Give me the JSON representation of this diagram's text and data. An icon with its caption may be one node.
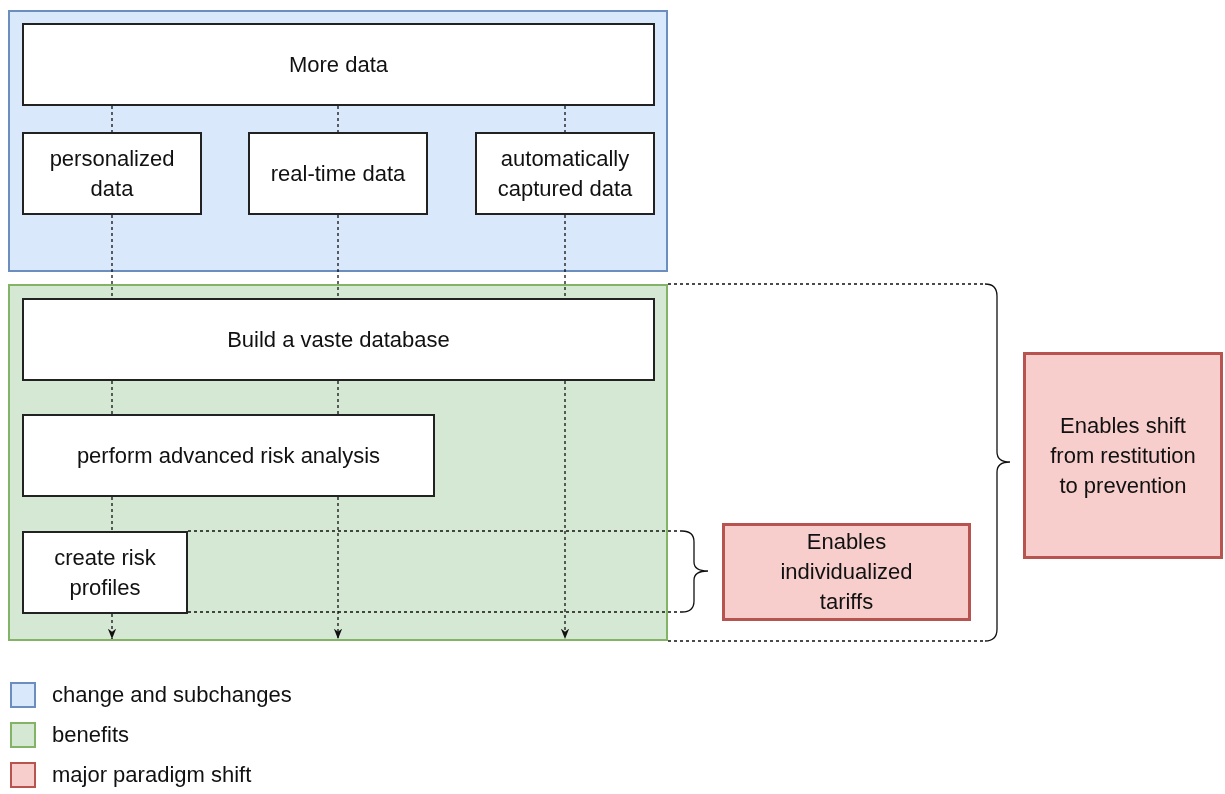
{
  "diagram": {
    "nodes": [
      {
        "text": [],
        "shape": "box"
      },
      {
        "text": [
          "More data"
        ],
        "in": 0
      },
      {
        "text": [
          "personalized data"
        ],
        "in": 0
      },
      {
        "text": [
          "real-time data"
        ],
        "in": 0
      },
      {
        "text": [
          "automatically captured data"
        ],
        "in": 0
      },
      {
        "text": [],
        "shape": "box"
      },
      {
        "text": [
          "Build a vaste database"
        ],
        "in": 5
      },
      {
        "text": [
          "perform advanced risk analysis"
        ],
        "in": 5
      },
      {
        "text": [
          "create risk profiles"
        ],
        "in": 5
      },
      {
        "text": [
          "Enables individualized tariffs"
        ]
      },
      {
        "text": [
          "Enables shift from restitution to prevention"
        ]
      }
    ],
    "edges": [
      {
        "from": 1,
        "to": 2,
        "arrow": "none",
        "style": "dashed"
      },
      {
        "from": 1,
        "to": 3,
        "arrow": "none",
        "style": "dashed"
      },
      {
        "from": 1,
        "to": 4,
        "arrow": "none",
        "style": "dashed"
      },
      {
        "from": 2,
        "to": 6,
        "arrow": "none",
        "style": "dashed"
      },
      {
        "from": 6,
        "to": 7,
        "arrow": "none",
        "style": "dashed"
      },
      {
        "from": 7,
        "to": 8,
        "arrow": "none",
        "style": "dashed"
      },
      {
        "from": 8,
        "to": 5,
        "arrow": "to",
        "style": "dashed"
      },
      {
        "from": 3,
        "to": 6,
        "arrow": "none",
        "style": "dashed"
      },
      {
        "from": 6,
        "to": 7,
        "arrow": "none",
        "style": "dashed"
      },
      {
        "from": 7,
        "to": 5,
        "arrow": "to",
        "style": "dashed"
      },
      {
        "from": 4,
        "to": 6,
        "arrow": "none",
        "style": "dashed"
      },
      {
        "from": 6,
        "to": 5,
        "arrow": "to",
        "style": "dashed"
      }
    ],
    "legend": [
      {
        "text": "change and subchanges",
        "color": "#dae8fc"
      },
      {
        "text": "benefits",
        "color": "#d5e8d4"
      },
      {
        "text": "major paradigm shift",
        "color": "#f8cecc"
      }
    ]
  }
}
